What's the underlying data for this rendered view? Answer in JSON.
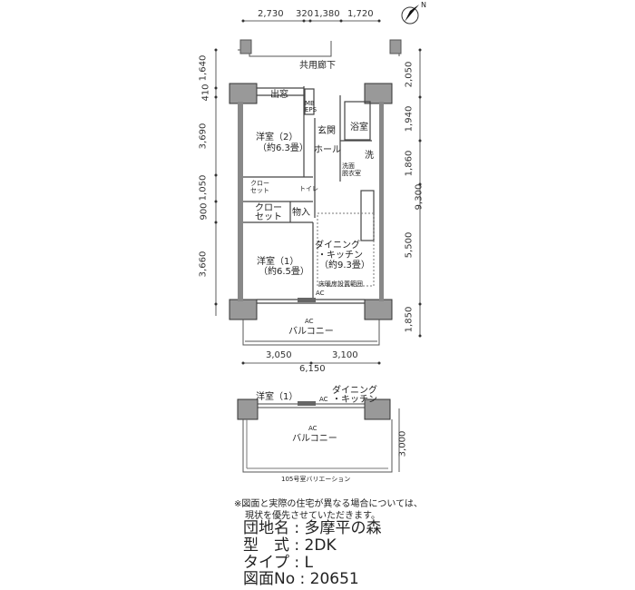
{
  "top_dims": [
    "2,730",
    "320",
    "1,380",
    "1,720"
  ],
  "left_dims": [
    "1,640",
    "410",
    "3,690",
    "1,050",
    "900",
    "3,660"
  ],
  "right_dims": [
    "2,050",
    "1,940",
    "1,860",
    "9,300",
    "5,500",
    "1,850"
  ],
  "bottom_dims": [
    "3,050",
    "3,100",
    "6,150"
  ],
  "rooms": {
    "corridor": "共用廊下",
    "window": "出窓",
    "mb": "MB",
    "eps": "EPS",
    "bedroom2": "洋室（2）",
    "bedroom2_size": "（約6.3畳）",
    "entrance": "玄関",
    "hall": "ホール",
    "bath": "浴室",
    "wash": "洗",
    "dressing1": "洗面",
    "dressing2": "脱衣室",
    "closet_a1": "クロー",
    "closet_a2": "セット",
    "toilet": "トイレ",
    "closet_b1": "クロー",
    "closet_b2": "セット",
    "storage": "物入",
    "dining1": "ダイニング",
    "dining2": "・キッチン",
    "dining_size": "（約9.3畳）",
    "floor_heat": "床暖房設置範囲",
    "ac": "AC",
    "bedroom1": "洋室（1）",
    "bedroom1_size": "（約6.5畳）",
    "balcony": "バルコニー",
    "balcony_ac": "AC"
  },
  "variation": {
    "bedroom1": "洋室（1）",
    "dining1": "ダイニング",
    "dining2": "・キッチン",
    "ac": "AC",
    "balcony_ac": "AC",
    "balcony": "バルコニー",
    "dim": "3,000",
    "caption": "105号室バリエーション"
  },
  "note": [
    "※図面と実際の住宅が異なる場合については、",
    "現状を優先させていただきます。"
  ],
  "info": [
    {
      "label": "団地名",
      "value": "多摩平の森"
    },
    {
      "label": "型　式",
      "value": "2DK"
    },
    {
      "label": "タイプ",
      "value": "L"
    },
    {
      "label": "図面No",
      "value": "20651"
    }
  ],
  "compass": "N"
}
